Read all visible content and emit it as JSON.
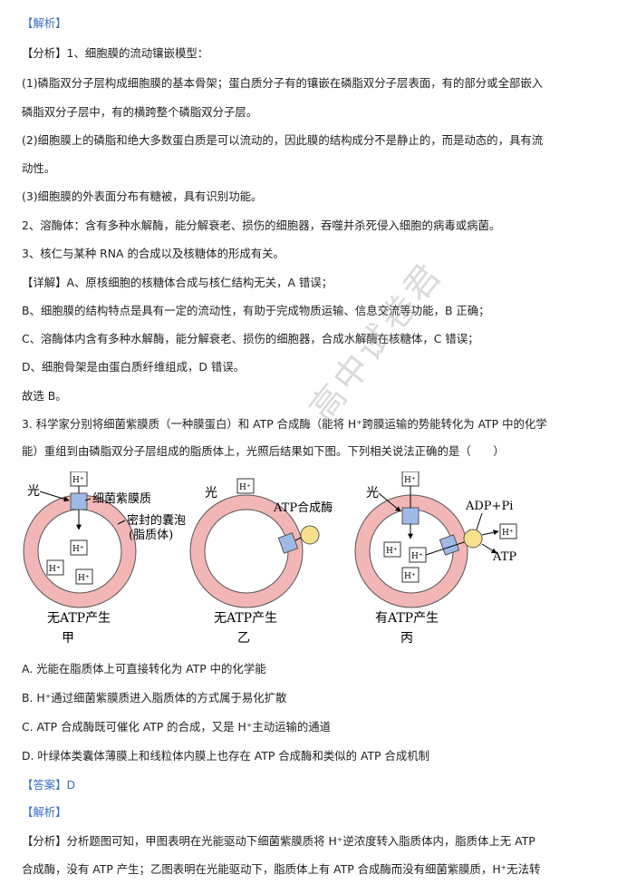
{
  "lines": [
    "【解析】",
    "【分析】1、细胞膜的流动镶嵌模型：",
    "(1)磷脂双分子层构成细胞膜的基本骨架；蛋白质分子有的镶嵌在磷脂双分子层表面，有的部分或全部嵌入",
    "磷脂双分子层中，有的横跨整个磷脂双分子层。",
    "(2)细胞膜上的磷脂和绝大多数蛋白质是可以流动的，因此膜的结构成分不是静止的，而是动态的，具有流",
    "动性。",
    "(3)细胞膜的外表面分布有糖被，具有识别功能。",
    "2、溶酶体：含有多种水解酶，能分解衰老、损伤的细胞器，吞噬并杀死侵入细胞的病毒或病菌。",
    "3、核仁与某种 RNA 的合成以及核糖体的形成有关。",
    "【详解】A、原核细胞的核糖体合成与核仁结构无关，A 错误；",
    "B、细胞膜的结构特点是具有一定的流动性，有助于完成物质运输、信息交流等功能，B 正确；",
    "C、溶酶体内含有多种水解酶，能分解衰老、损伤的细胞器，合成水解酶在核糖体，C 错误；",
    "D、细胞骨架是由蛋白质纤维组成，D 错误。",
    "故选 B。",
    "3. 科学家分别将细菌紫膜质（一种膜蛋白）和 ATP 合成酶（能将 H⁺跨膜运输的势能转化为 ATP 中的化学",
    "能）重组到由磷脂双分子层组成的脂质体上，光照后结果如下图。下列相关说法正确的是（　　）"
  ],
  "options": [
    "A. 光能在脂质体上可直接转化为 ATP 中的化学能",
    "B. H⁺通过细菌紫膜质进入脂质体的方式属于易化扩散",
    "C. ATP 合成酶既可催化 ATP 的合成，又是 H⁺主动运输的通道",
    "D. 叶绿体类囊体薄膜上和线粒体内膜上也存在 ATP 合成酶和类似的 ATP 合成机制"
  ],
  "answer": "【答案】D",
  "tail": [
    "【解析】",
    "【分析】分析题图可知，甲图表明在光能驱动下细菌紫膜质将 H⁺逆浓度转入脂质体内，脂质体上无 ATP",
    "合成酶，没有 ATP 产生；乙图表明在光能驱动下，脂质体上有 ATP 合成酶而没有细菌紫膜质，H⁺无法转"
  ],
  "watermark": "高中试卷君",
  "figure": {
    "light": "光",
    "h": "H⁺",
    "bacteriorhodopsin": "细菌紫膜质",
    "vesicle": [
      "密封的囊泡",
      "(脂质体)"
    ],
    "atp_synthase": "ATP合成酶",
    "adp": "ADP+Pi",
    "atp": "ATP",
    "caption_jia": "无ATP产生",
    "name_jia": "甲",
    "caption_yi": "无ATP产生",
    "name_yi": "乙",
    "caption_bing": "有ATP产生",
    "name_bing": "丙"
  }
}
